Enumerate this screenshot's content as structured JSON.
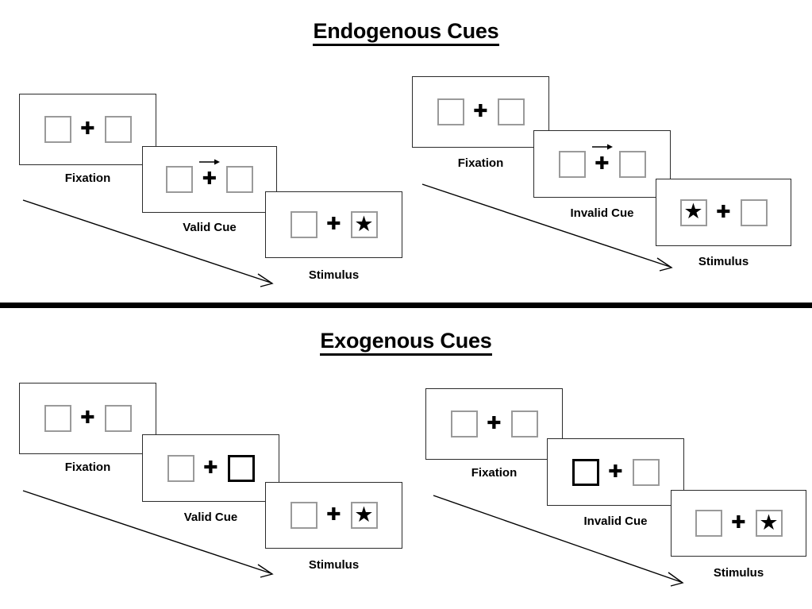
{
  "sections": [
    {
      "id": "endogenous",
      "title": "Endogenous Cues",
      "cue_type": "arrow",
      "sequences": [
        {
          "id": "valid",
          "panels": [
            {
              "caption": "Fixation",
              "left_box": "empty",
              "right_box": "empty",
              "cue": "none",
              "stimulus_side": "none"
            },
            {
              "caption": "Valid Cue",
              "left_box": "empty",
              "right_box": "empty",
              "cue": "arrow-right",
              "stimulus_side": "none"
            },
            {
              "caption": "Stimulus",
              "left_box": "empty",
              "right_box": "star",
              "cue": "none",
              "stimulus_side": "right"
            }
          ]
        },
        {
          "id": "invalid",
          "panels": [
            {
              "caption": "Fixation",
              "left_box": "empty",
              "right_box": "empty",
              "cue": "none",
              "stimulus_side": "none"
            },
            {
              "caption": "Invalid Cue",
              "left_box": "empty",
              "right_box": "empty",
              "cue": "arrow-right",
              "stimulus_side": "none"
            },
            {
              "caption": "Stimulus",
              "left_box": "star",
              "right_box": "empty",
              "cue": "none",
              "stimulus_side": "left"
            }
          ]
        }
      ]
    },
    {
      "id": "exogenous",
      "title": "Exogenous Cues",
      "cue_type": "box-flash",
      "sequences": [
        {
          "id": "valid",
          "panels": [
            {
              "caption": "Fixation",
              "left_box": "empty",
              "right_box": "empty",
              "cue": "none",
              "stimulus_side": "none"
            },
            {
              "caption": "Valid Cue",
              "left_box": "empty",
              "right_box": "cued",
              "cue": "box-right",
              "stimulus_side": "none"
            },
            {
              "caption": "Stimulus",
              "left_box": "empty",
              "right_box": "star",
              "cue": "none",
              "stimulus_side": "right"
            }
          ]
        },
        {
          "id": "invalid",
          "panels": [
            {
              "caption": "Fixation",
              "left_box": "empty",
              "right_box": "empty",
              "cue": "none",
              "stimulus_side": "none"
            },
            {
              "caption": "Invalid Cue",
              "left_box": "cued",
              "right_box": "empty",
              "cue": "box-left",
              "stimulus_side": "none"
            },
            {
              "caption": "Stimulus",
              "left_box": "empty",
              "right_box": "star",
              "cue": "none",
              "stimulus_side": "right"
            }
          ]
        }
      ]
    }
  ],
  "glyphs": {
    "fixation_cross": "✚",
    "star": "★"
  },
  "colors": {
    "panel_border": "#2b2b2b",
    "placeholder_border": "#9a9a9a",
    "cue_border": "#000000",
    "divider": "#000000",
    "text": "#000000",
    "background": "#ffffff"
  }
}
